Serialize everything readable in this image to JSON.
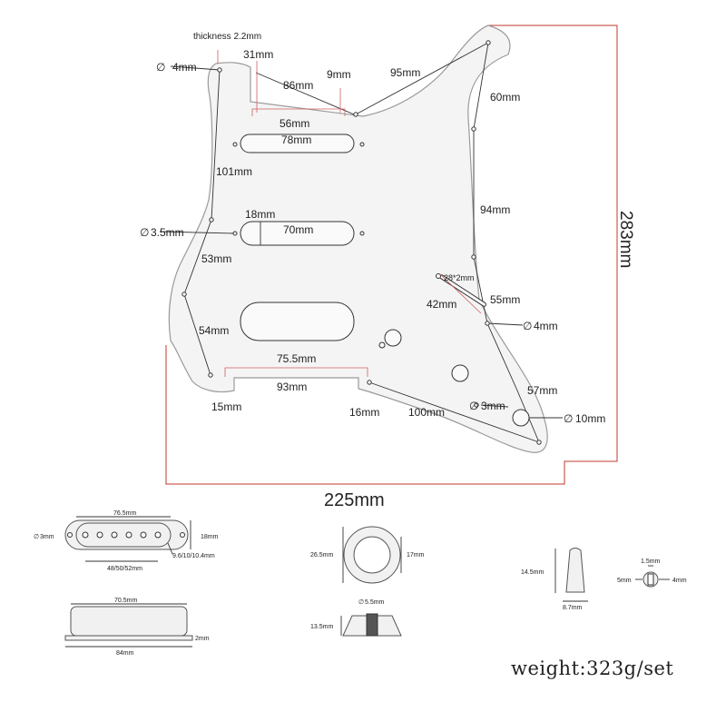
{
  "labels": {
    "thickness": "thickness 2.2mm",
    "screw_4mm": "4mm",
    "d31": "31mm",
    "d86": "86mm",
    "d9": "9mm",
    "d95": "95mm",
    "d60": "60mm",
    "d56": "56mm",
    "d78": "78mm",
    "d101": "101mm",
    "d94": "94mm",
    "d18": "18mm",
    "d70": "70mm",
    "screw_3_5mm": "3.5mm",
    "d53": "53mm",
    "d28x2": "28*2mm",
    "d42": "42mm",
    "d55": "55mm",
    "jack_4mm": "4mm",
    "d54": "54mm",
    "d75_5": "75.5mm",
    "d93": "93mm",
    "d57": "57mm",
    "d15": "15mm",
    "d16": "16mm",
    "d100": "100mm",
    "d3": "3mm",
    "d10": "10mm",
    "height_283": "283mm",
    "width_225": "225mm"
  },
  "parts": {
    "pickup_top": {
      "length": "76.5mm",
      "hole": "3mm",
      "height": "18mm",
      "spacing": "48/50/52mm",
      "pole": "9.6/10/10.4mm"
    },
    "pickup_side": {
      "length_top": "70.5mm",
      "length_bottom": "84mm",
      "base": "2mm"
    },
    "knob": {
      "outer": "26.5mm",
      "inner": "17mm",
      "shaft": "5.5mm",
      "height": "13.5mm"
    },
    "switch_tip": {
      "height": "14.5mm",
      "width": "8.7mm",
      "top": "1.5mm",
      "side_left": "5mm",
      "side_right": "4mm"
    }
  },
  "footer": {
    "weight": "weight:323g/set"
  }
}
